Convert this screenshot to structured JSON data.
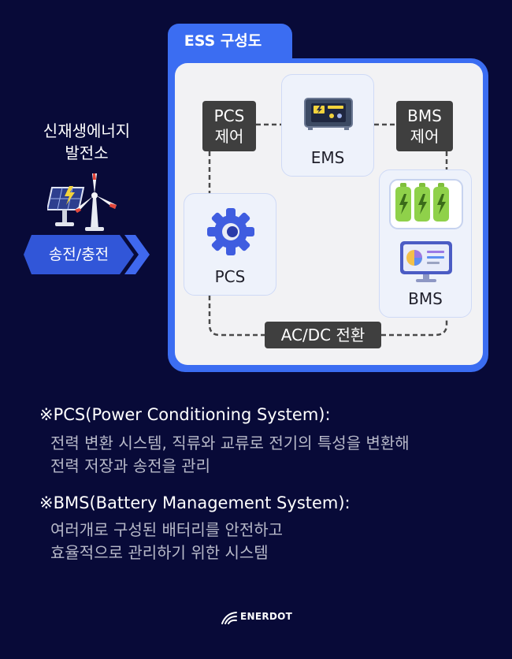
{
  "source": {
    "label_line1": "신재생에너지",
    "label_line2": "발전소",
    "arrow_label": "송전/충전"
  },
  "ess": {
    "title": "ESS 구성도",
    "ems_label": "EMS",
    "pcs_label": "PCS",
    "bms_label": "BMS",
    "pcs_tag_line1": "PCS",
    "pcs_tag_line2": "제어",
    "bms_tag_line1": "BMS",
    "bms_tag_line2": "제어",
    "acdc_tag": "AC/DC 전환"
  },
  "notes": {
    "pcs_head": "※PCS(Power Conditioning System):",
    "pcs_line1": "전력 변환 시스템, 직류와 교류로 전기의 특성을 변환해",
    "pcs_line2": "전력 저장과 송전을 관리",
    "bms_head": "※BMS(Battery Management System):",
    "bms_line1": "여러개로 구성된 배터리를 안전하고",
    "bms_line2": "효율적으로 관리하기 위한 시스템"
  },
  "footer": {
    "brand": "ENERDOT"
  },
  "colors": {
    "background": "#080a38",
    "frame_blue": "#3b6df2",
    "panel": "#f2f2f4",
    "tag_dark": "#3f3f3f"
  }
}
